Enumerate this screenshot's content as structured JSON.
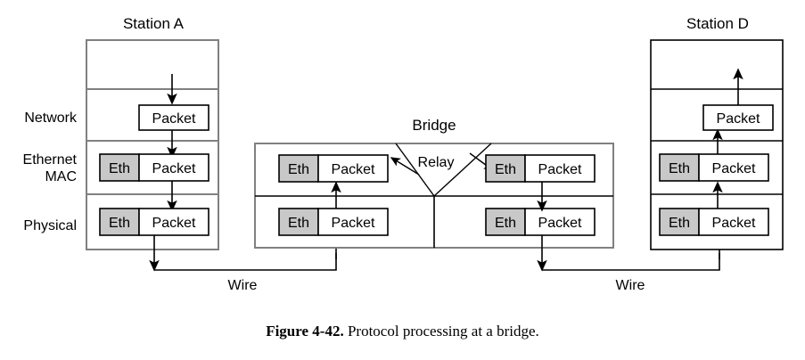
{
  "figure": {
    "caption_label": "Figure 4-42.",
    "caption_text": "Protocol processing at a bridge."
  },
  "layer_labels": {
    "network": "Network",
    "ethernet_mac_line1": "Ethernet",
    "ethernet_mac_line2": "MAC",
    "physical": "Physical"
  },
  "stations": {
    "a": {
      "title": "Station A",
      "rows": [
        {
          "name": "upper",
          "pdus": []
        },
        {
          "name": "network",
          "pdus": [
            {
              "header": "",
              "payload": "Packet"
            }
          ]
        },
        {
          "name": "ethernet-mac",
          "pdus": [
            {
              "header": "Eth",
              "payload": "Packet"
            }
          ]
        },
        {
          "name": "physical",
          "pdus": [
            {
              "header": "Eth",
              "payload": "Packet"
            }
          ]
        }
      ]
    },
    "d": {
      "title": "Station D",
      "rows": [
        {
          "name": "upper",
          "pdus": []
        },
        {
          "name": "network",
          "pdus": [
            {
              "header": "",
              "payload": "Packet"
            }
          ]
        },
        {
          "name": "ethernet-mac",
          "pdus": [
            {
              "header": "Eth",
              "payload": "Packet"
            }
          ]
        },
        {
          "name": "physical",
          "pdus": [
            {
              "header": "Eth",
              "payload": "Packet"
            }
          ]
        }
      ]
    }
  },
  "bridge": {
    "title": "Bridge",
    "relay_label": "Relay",
    "left_port": {
      "mac": {
        "header": "Eth",
        "payload": "Packet"
      },
      "physical": {
        "header": "Eth",
        "payload": "Packet"
      }
    },
    "right_port": {
      "mac": {
        "header": "Eth",
        "payload": "Packet"
      },
      "physical": {
        "header": "Eth",
        "payload": "Packet"
      }
    }
  },
  "wires": {
    "left_label": "Wire",
    "right_label": "Wire"
  },
  "colors": {
    "header_fill": "#c8c8c8",
    "payload_fill": "#ffffff",
    "stroke": "#000000",
    "frame_stroke": "#808080",
    "background": "#ffffff"
  }
}
